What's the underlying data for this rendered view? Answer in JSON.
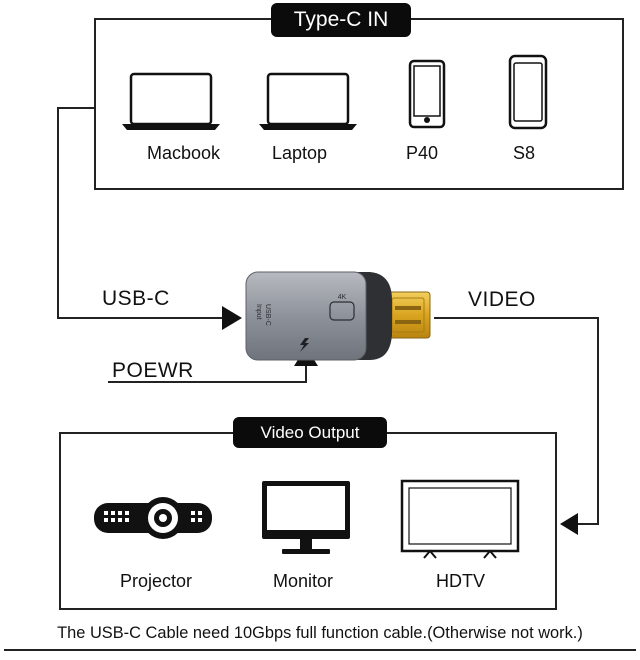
{
  "input_box": {
    "title": "Type-C IN"
  },
  "input_devices": [
    {
      "label": "Macbook",
      "icon": "laptop-icon"
    },
    {
      "label": "Laptop",
      "icon": "laptop-icon"
    },
    {
      "label": "P40",
      "icon": "phone-icon"
    },
    {
      "label": "S8",
      "icon": "phone-icon"
    }
  ],
  "adapter": {
    "usb_text_line1": "USB-C",
    "usb_text_line2": "Input",
    "badge_text": "4K"
  },
  "flow": {
    "usb_c_label": "USB-C",
    "power_label": "POEWR",
    "video_label": "VIDEO"
  },
  "output_box": {
    "title": "Video Output"
  },
  "output_devices": [
    {
      "label": "Projector",
      "icon": "projector-icon"
    },
    {
      "label": "Monitor",
      "icon": "monitor-icon"
    },
    {
      "label": "HDTV",
      "icon": "tv-icon"
    }
  ],
  "footer": {
    "note": "The USB-C Cable need 10Gbps full function cable.(Otherwise not work.)"
  },
  "colors": {
    "line": "#222222",
    "pill": "#0b0b0b",
    "adapter_body": "#8e929a",
    "hdmi_gold": "#d9a520"
  }
}
